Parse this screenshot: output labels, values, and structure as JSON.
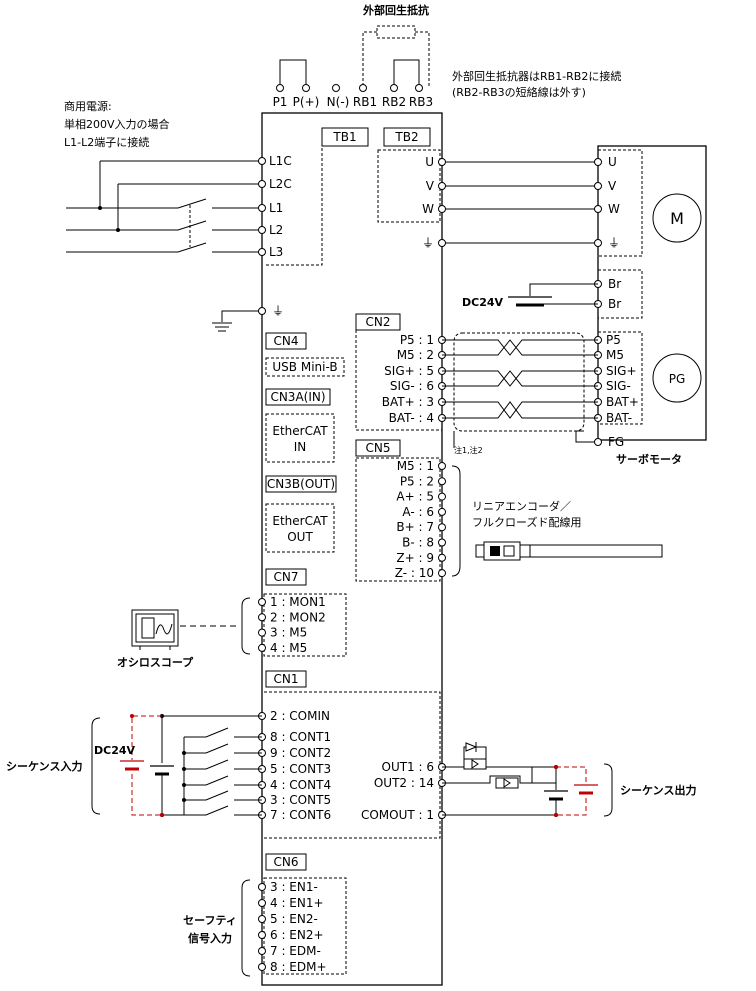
{
  "top": {
    "ext_resistor_title": "外部回生抵抗",
    "ext_resistor_note1": "外部回生抵抗器はRB1-RB2に接続",
    "ext_resistor_note2": "(RB2-RB3の短絡線は外す)",
    "power_terms": [
      "P1",
      "P(+)",
      "N(-)",
      "RB1",
      "RB2",
      "RB3"
    ]
  },
  "power_note": [
    "商用電源:",
    "単相200V入力の場合",
    "L1-L2端子に接続"
  ],
  "tb1": "TB1",
  "tb2": "TB2",
  "left_terms": [
    "L1C",
    "L2C",
    "L1",
    "L2",
    "L3"
  ],
  "motor_out": [
    "U",
    "V",
    "W",
    "⏚"
  ],
  "motor_in": [
    "U",
    "V",
    "W",
    "⏚"
  ],
  "motor_symbol": "M",
  "brake": {
    "label1": "Br",
    "label2": "Br",
    "supply": "DC24V"
  },
  "cn2": {
    "title": "CN2",
    "pins": [
      "P5 : 1",
      "M5 : 2",
      "SIG+ : 5",
      "SIG- : 6",
      "BAT+ : 3",
      "BAT- : 4"
    ],
    "enc_pins": [
      "P5",
      "M5",
      "SIG+",
      "SIG-",
      "BAT+",
      "BAT-"
    ],
    "fg": "FG",
    "note": "注1,注2"
  },
  "pg_symbol": "PG",
  "servo_motor": "サーボモータ",
  "cn4": {
    "title": "CN4",
    "label": "USB Mini-B"
  },
  "cn3a": {
    "title": "CN3A(IN)",
    "label1": "EtherCAT",
    "label2": "IN"
  },
  "cn3b": {
    "title": "CN3B(OUT)",
    "label1": "EtherCAT",
    "label2": "OUT"
  },
  "cn5": {
    "title": "CN5",
    "pins": [
      "M5 : 1",
      "P5 : 2",
      "A+ : 5",
      "A- : 6",
      "B+ : 7",
      "B- : 8",
      "Z+ : 9",
      "Z- : 10"
    ],
    "note1": "リニアエンコーダ／",
    "note2": "フルクローズド配線用"
  },
  "cn7": {
    "title": "CN7",
    "pins": [
      "1 : MON1",
      "2 : MON2",
      "3 : M5",
      "4 : M5"
    ],
    "scope": "オシロスコープ"
  },
  "cn1": {
    "title": "CN1",
    "in_pins": [
      "2 : COMIN",
      "8 : CONT1",
      "9 : CONT2",
      "5 : CONT3",
      "4 : CONT4",
      "3 : CONT5",
      "7 : CONT6"
    ],
    "out_pins": [
      "OUT1 : 6",
      "OUT2 : 14",
      "COMOUT : 1"
    ],
    "seq_in": "シーケンス入力",
    "seq_out": "シーケンス出力",
    "dc24v": "DC24V"
  },
  "cn6": {
    "title": "CN6",
    "pins": [
      "3 : EN1-",
      "4 : EN1+",
      "5 : EN2-",
      "6 : EN2+",
      "7 : EDM-",
      "8 : EDM+"
    ],
    "label1": "セーフティ",
    "label2": "信号入力"
  }
}
